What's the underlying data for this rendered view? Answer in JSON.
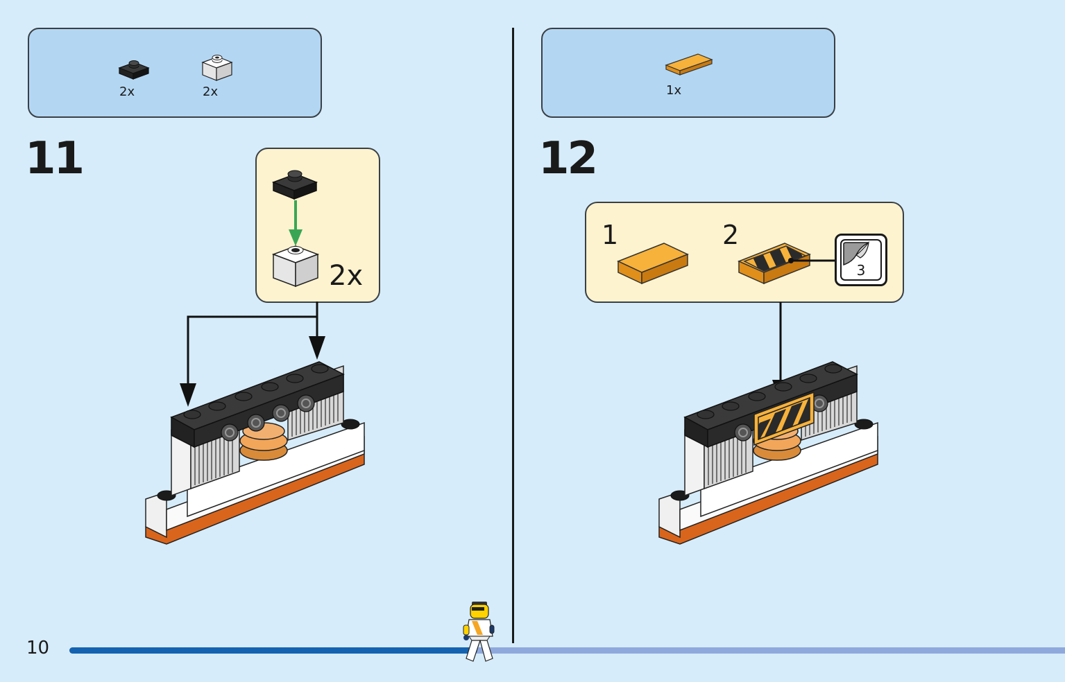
{
  "page": {
    "number": "10",
    "progress": 0.41
  },
  "steps": [
    {
      "number": "11",
      "parts": [
        {
          "name": "black-plate-1x1",
          "count": "2x",
          "color": "#2b2b2b"
        },
        {
          "name": "white-brick-1x1",
          "count": "2x",
          "color": "#f4f4f4"
        }
      ],
      "callout": {
        "count": "2x"
      }
    },
    {
      "number": "12",
      "parts": [
        {
          "name": "orange-tile-1x2",
          "count": "1x",
          "color": "#f5a623"
        }
      ],
      "callout": {
        "sub_steps": [
          "1",
          "2"
        ],
        "sticker_ref": "3"
      }
    }
  ],
  "colors": {
    "background": "#d6ecfa",
    "parts_box": "#b3d7f3",
    "callout": "#fdf3cf",
    "arrow_green": "#3aa655",
    "progress_done": "#1563b0",
    "progress_remaining": "#8fa9dc"
  }
}
